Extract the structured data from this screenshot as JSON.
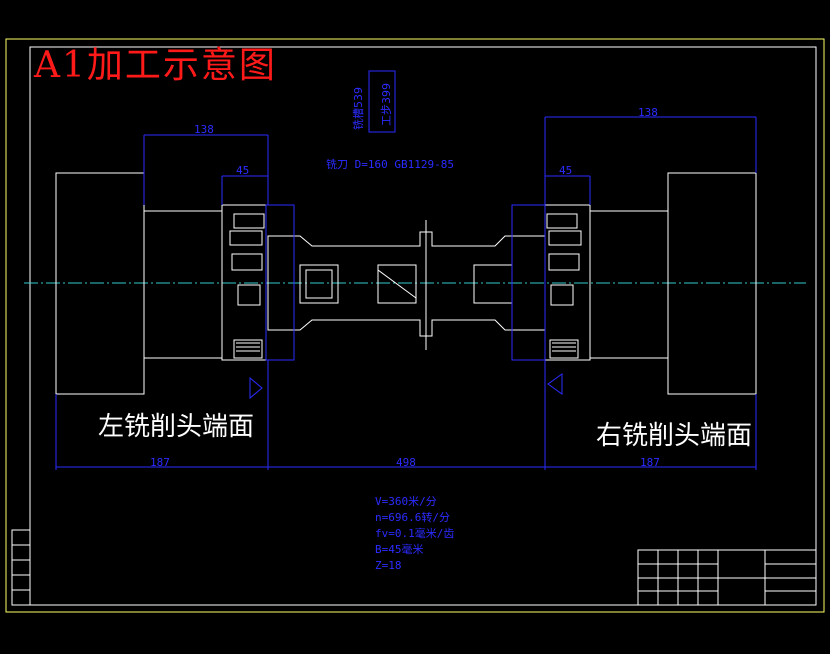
{
  "title": "A1加工示意图",
  "left_face_label": "左铣削头端面",
  "right_face_label": "右铣削头端面",
  "tool_note": "铣刀 D=160    GB1129-85",
  "tag_left": "铣槽539",
  "tag_right": "工步399",
  "dimensions": {
    "top_left": "138",
    "top_right": "138",
    "left_45": "45",
    "right_45": "45",
    "bottom_left": "187",
    "bottom_mid": "498",
    "bottom_right": "187"
  },
  "params": [
    "V=360米/分",
    "n=696.6转/分",
    "fv=0.1毫米/齿",
    "B=45毫米",
    "Z=18"
  ],
  "colors": {
    "background": "#000000",
    "frame": "#ffff66",
    "outline": "#ffffff",
    "dimension": "#2b2bff",
    "title": "#ff1a1a",
    "centerline": "#33cccc"
  }
}
